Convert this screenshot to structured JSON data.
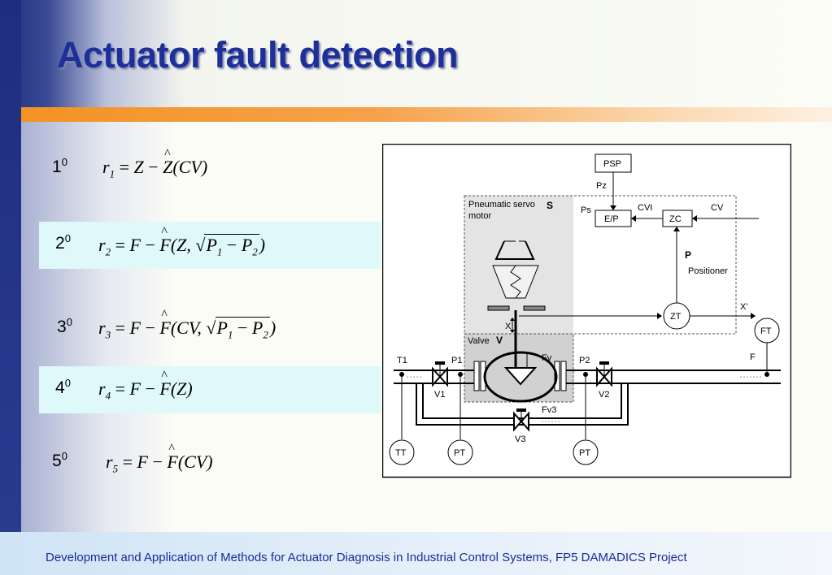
{
  "title": "Actuator fault detection",
  "residuals": [
    {
      "index": "1",
      "sup": "0",
      "r": "r",
      "sub": "1",
      "lhs": "Z",
      "est": "Z",
      "args": "(CV)"
    },
    {
      "index": "2",
      "sup": "0",
      "r": "r",
      "sub": "2",
      "lhs": "F",
      "est": "F",
      "args_pre": "(Z, ",
      "p1": "P",
      "p1sub": "1",
      "p2": "P",
      "p2sub": "2",
      "close": ")"
    },
    {
      "index": "3",
      "sup": "0",
      "r": "r",
      "sub": "3",
      "lhs": "F",
      "est": "F",
      "args_pre": "(CV, ",
      "p1": "P",
      "p1sub": "1",
      "p2": "P",
      "p2sub": "2",
      "close": ")"
    },
    {
      "index": "4",
      "sup": "0",
      "r": "r",
      "sub": "4",
      "lhs": "F",
      "est": "F",
      "args": "(Z)"
    },
    {
      "index": "5",
      "sup": "0",
      "r": "r",
      "sub": "5",
      "lhs": "F",
      "est": "F",
      "args": "(CV)"
    }
  ],
  "diagram": {
    "psp": "PSP",
    "pz": "Pz",
    "ps": "Ps",
    "ep": "E/P",
    "cvi": "CVI",
    "zc": "ZC",
    "cv": "CV",
    "servo_label_1": "Pneumatic servo",
    "servo_label_2": "motor",
    "s": "S",
    "p": "P",
    "positioner": "Positioner",
    "zt": "ZT",
    "xprime": "X'",
    "ft": "FT",
    "f": "F",
    "x": "X",
    "valve": "Valve",
    "v": "V",
    "fv": "Fv",
    "t1": "T1",
    "p1": "P1",
    "p2": "P2",
    "v1": "V1",
    "v2": "V2",
    "fv3": "Fv3",
    "v3": "V3",
    "tt": "TT",
    "pt1": "PT",
    "pt2": "PT"
  },
  "footer": "Development and Application of Methods for Actuator Diagnosis in Industrial Control Systems, FP5 DAMADICS  Project"
}
